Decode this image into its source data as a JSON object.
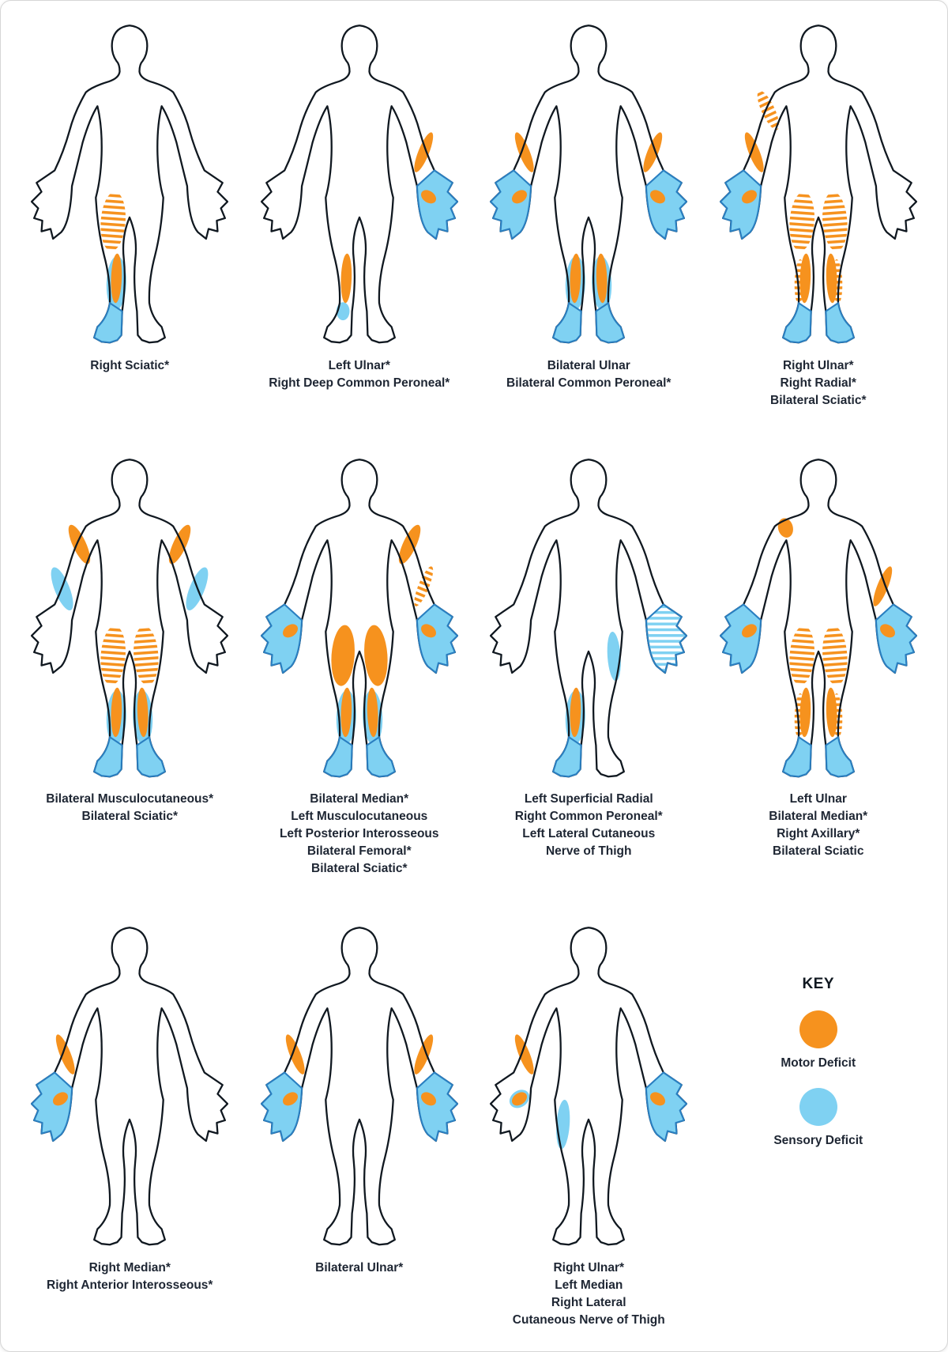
{
  "colors": {
    "motor": "#F6921E",
    "sensory": "#7FD1F2",
    "sensory_outline": "#2A7FC1",
    "outline": "#101820"
  },
  "legend": {
    "title": "KEY",
    "items": [
      {
        "label": "Motor Deficit",
        "color": "#F6921E"
      },
      {
        "label": "Sensory Deficit",
        "color": "#7FD1F2"
      }
    ]
  },
  "figures": [
    {
      "caption": [
        "Right Sciatic*"
      ],
      "regions": [
        {
          "region": "thigh-hatched",
          "side": "right"
        },
        {
          "region": "calf-sensory",
          "side": "right"
        },
        {
          "region": "shin-motor",
          "side": "right"
        },
        {
          "region": "foot-sensory",
          "side": "right"
        }
      ]
    },
    {
      "caption": [
        "Left Ulnar*",
        "Right Deep Common Peroneal*"
      ],
      "regions": [
        {
          "region": "forearm-motor",
          "side": "left"
        },
        {
          "region": "hand-sensory",
          "side": "left"
        },
        {
          "region": "palm-motor",
          "side": "left"
        },
        {
          "region": "shin-motor",
          "side": "right"
        },
        {
          "region": "ankle-sensory",
          "side": "right"
        }
      ]
    },
    {
      "caption": [
        "Bilateral Ulnar",
        "Bilateral Common Peroneal*"
      ],
      "regions": [
        {
          "region": "forearm-motor",
          "side": "both"
        },
        {
          "region": "hand-sensory",
          "side": "both"
        },
        {
          "region": "palm-motor",
          "side": "both"
        },
        {
          "region": "shin-motor",
          "side": "both"
        },
        {
          "region": "calf-sensory",
          "side": "both"
        },
        {
          "region": "foot-sensory",
          "side": "both"
        }
      ]
    },
    {
      "caption": [
        "Right Ulnar*",
        "Right Radial*",
        "Bilateral Sciatic*"
      ],
      "regions": [
        {
          "region": "upperarm-hatched",
          "side": "right"
        },
        {
          "region": "forearm-motor",
          "side": "right"
        },
        {
          "region": "hand-sensory",
          "side": "right"
        },
        {
          "region": "palm-motor",
          "side": "right"
        },
        {
          "region": "thigh-hatched",
          "side": "both"
        },
        {
          "region": "shin-motor",
          "side": "both"
        },
        {
          "region": "calf-hatched",
          "side": "both"
        },
        {
          "region": "foot-sensory",
          "side": "both"
        }
      ]
    },
    {
      "caption": [
        "Bilateral Musculocutaneous*",
        "Bilateral Sciatic*"
      ],
      "regions": [
        {
          "region": "upperarm-motor",
          "side": "both"
        },
        {
          "region": "forearm-sensory",
          "side": "both"
        },
        {
          "region": "thigh-hatched",
          "side": "both"
        },
        {
          "region": "shin-motor",
          "side": "both"
        },
        {
          "region": "calf-sensory",
          "side": "both"
        },
        {
          "region": "foot-sensory",
          "side": "both"
        }
      ]
    },
    {
      "caption": [
        "Bilateral Median*",
        "Left Musculocutaneous",
        "Left Posterior Interosseous",
        "Bilateral Femoral*",
        "Bilateral Sciatic*"
      ],
      "regions": [
        {
          "region": "upperarm-motor",
          "side": "left"
        },
        {
          "region": "forearm-hatched",
          "side": "left"
        },
        {
          "region": "hand-sensory",
          "side": "both"
        },
        {
          "region": "palm-motor",
          "side": "both"
        },
        {
          "region": "thigh-motor",
          "side": "both"
        },
        {
          "region": "shin-motor",
          "side": "both"
        },
        {
          "region": "calf-sensory",
          "side": "both"
        },
        {
          "region": "foot-sensory",
          "side": "both"
        }
      ]
    },
    {
      "caption": [
        "Left Superficial Radial",
        "Right Common Peroneal*",
        "Left Lateral Cutaneous",
        "Nerve of Thigh"
      ],
      "regions": [
        {
          "region": "hand-hatched-sensory",
          "side": "left"
        },
        {
          "region": "thigh-lateral-sensory",
          "side": "left"
        },
        {
          "region": "shin-motor",
          "side": "right"
        },
        {
          "region": "calf-sensory",
          "side": "right"
        },
        {
          "region": "foot-sensory",
          "side": "right"
        }
      ]
    },
    {
      "caption": [
        "Left Ulnar",
        "Bilateral Median*",
        "Right Axillary*",
        "Bilateral Sciatic"
      ],
      "regions": [
        {
          "region": "shoulder-motor",
          "side": "right"
        },
        {
          "region": "forearm-motor",
          "side": "left"
        },
        {
          "region": "hand-sensory",
          "side": "both"
        },
        {
          "region": "palm-motor",
          "side": "both"
        },
        {
          "region": "thigh-hatched",
          "side": "both"
        },
        {
          "region": "shin-motor",
          "side": "both"
        },
        {
          "region": "calf-hatched",
          "side": "both"
        },
        {
          "region": "foot-sensory",
          "side": "both"
        }
      ]
    },
    {
      "caption": [
        "Right Median*",
        "Right Anterior Interosseous*"
      ],
      "regions": [
        {
          "region": "forearm-motor",
          "side": "right"
        },
        {
          "region": "hand-sensory",
          "side": "right"
        },
        {
          "region": "palm-motor",
          "side": "right"
        }
      ]
    },
    {
      "caption": [
        "Bilateral Ulnar*"
      ],
      "regions": [
        {
          "region": "forearm-motor",
          "side": "both"
        },
        {
          "region": "hand-sensory",
          "side": "both"
        },
        {
          "region": "palm-motor",
          "side": "both"
        }
      ]
    },
    {
      "caption": [
        "Right Ulnar*",
        "Left Median",
        "Right Lateral",
        "Cutaneous Nerve of Thigh"
      ],
      "regions": [
        {
          "region": "forearm-motor",
          "side": "right"
        },
        {
          "region": "palm-sensory",
          "side": "right"
        },
        {
          "region": "palm-motor",
          "side": "right"
        },
        {
          "region": "thigh-lateral-sensory",
          "side": "right"
        },
        {
          "region": "hand-sensory",
          "side": "left"
        },
        {
          "region": "palm-motor",
          "side": "left"
        }
      ]
    }
  ]
}
